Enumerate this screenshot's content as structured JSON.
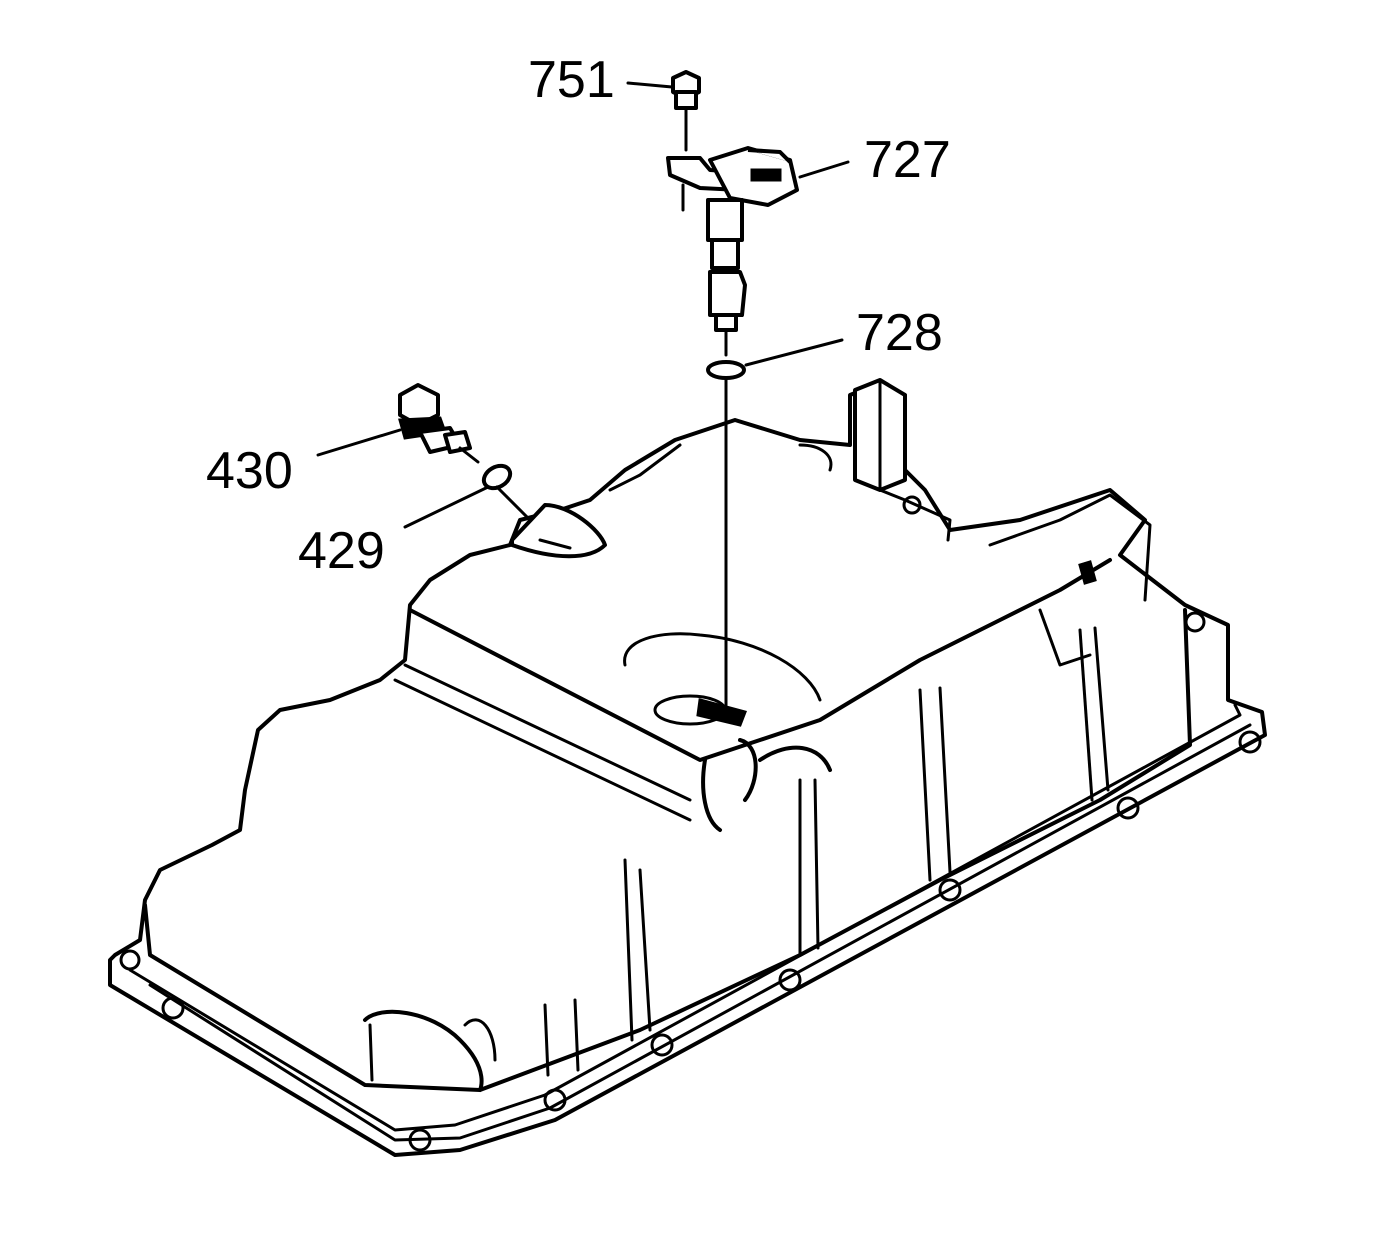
{
  "callouts": [
    {
      "id": "bolt-top",
      "text": "751"
    },
    {
      "id": "sensor",
      "text": "727"
    },
    {
      "id": "seal-sensor",
      "text": "728"
    },
    {
      "id": "bolt-side",
      "text": "430"
    },
    {
      "id": "seal-side",
      "text": "429"
    }
  ]
}
